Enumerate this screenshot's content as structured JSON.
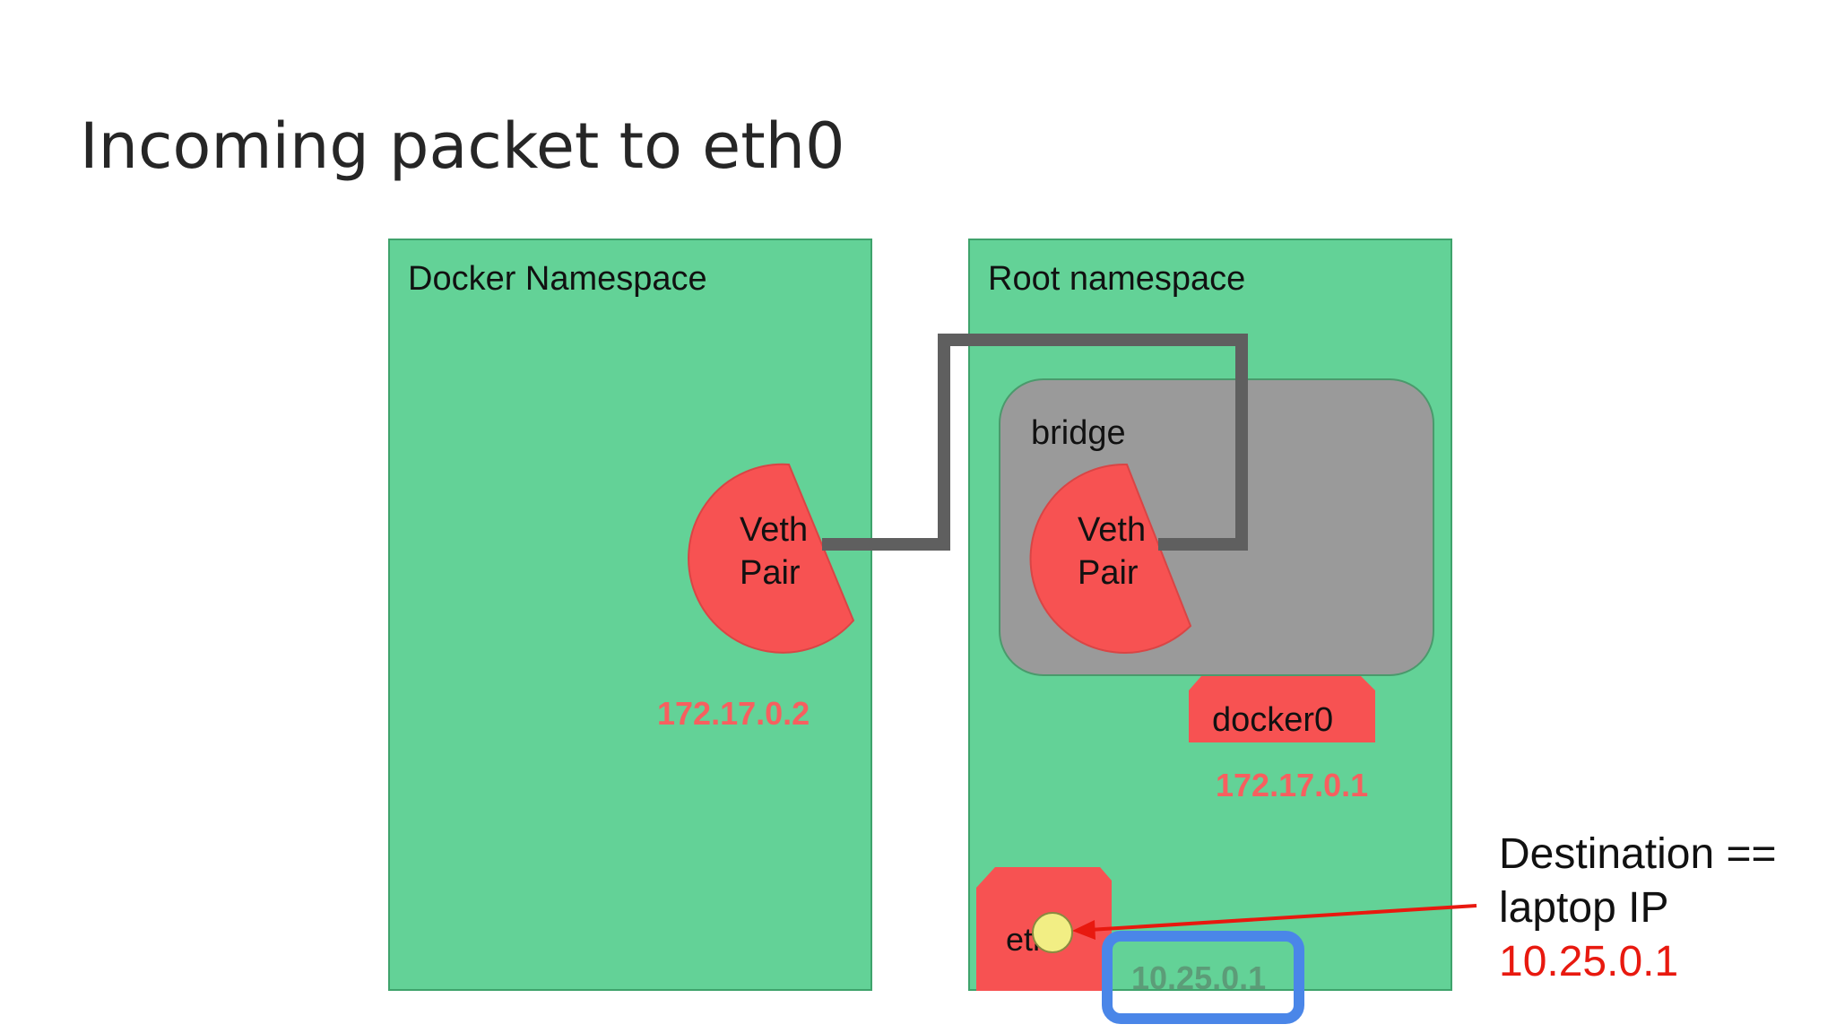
{
  "slide": {
    "title": "Incoming packet to eth0"
  },
  "docker_namespace": {
    "label": "Docker Namespace",
    "veth": {
      "line1": "Veth",
      "line2": "Pair"
    },
    "ip": "172.17.0.2"
  },
  "root_namespace": {
    "label": "Root namespace",
    "bridge": {
      "label": "bridge",
      "veth": {
        "line1": "Veth",
        "line2": "Pair"
      }
    },
    "docker0": {
      "label": "docker0",
      "ip": "172.17.0.1"
    },
    "eth0": {
      "label": "eth0",
      "ip": "10.25.0.1"
    }
  },
  "annotation": {
    "line1": "Destination ==",
    "line2": "laptop IP",
    "ip": "10.25.0.1"
  },
  "colors": {
    "namespace_green": "#63d297",
    "interface_red": "#f75252",
    "bridge_gray": "#9a9a9a",
    "cable_gray": "#5f5f5f",
    "highlight_blue": "#4a86e8",
    "arrow_red": "#e8190f",
    "packet_yellow": "#f2ee84"
  }
}
